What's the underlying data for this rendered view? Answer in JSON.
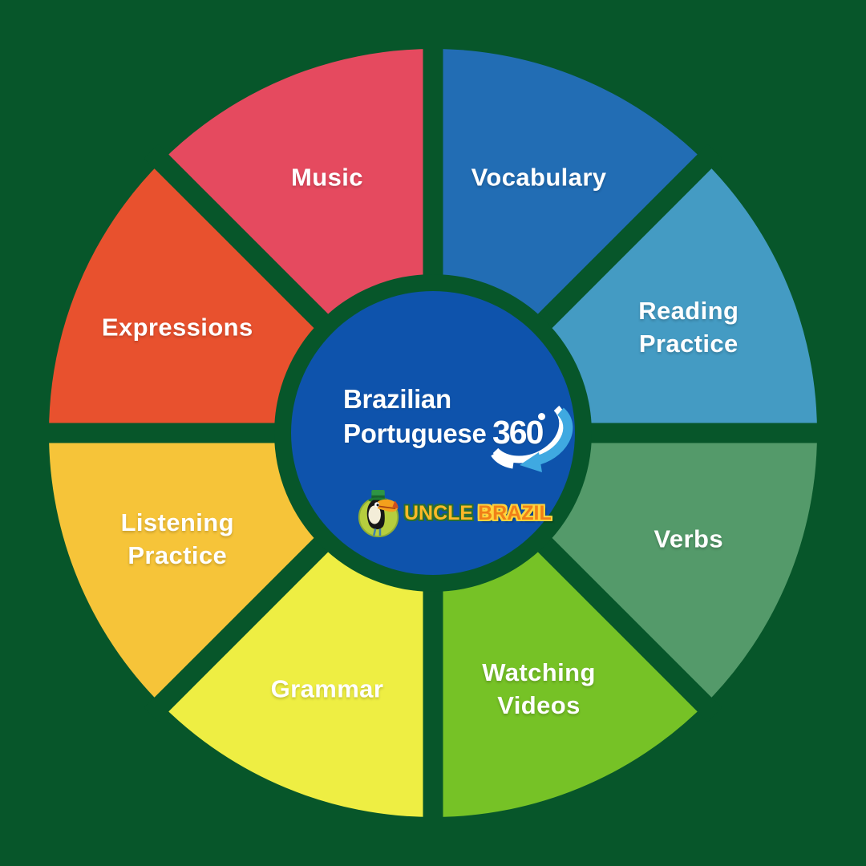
{
  "diagram": {
    "type": "circular-wheel-8-segments",
    "background_color": "#07562a",
    "divider_color": "#07562a",
    "label_color": "#ffffff",
    "segments": [
      {
        "name": "vocabulary",
        "label": "Vocabulary",
        "lines": [
          "Vocabulary"
        ],
        "color": "#226db4"
      },
      {
        "name": "reading-practice",
        "label": "Reading Practice",
        "lines": [
          "Reading",
          "Practice"
        ],
        "color": "#449bc3"
      },
      {
        "name": "verbs",
        "label": "Verbs",
        "lines": [
          "Verbs"
        ],
        "color": "#549a6a"
      },
      {
        "name": "watching-videos",
        "label": "Watching Videos",
        "lines": [
          "Watching",
          "Videos"
        ],
        "color": "#76c226"
      },
      {
        "name": "grammar",
        "label": "Grammar",
        "lines": [
          "Grammar"
        ],
        "color": "#eeee43"
      },
      {
        "name": "listening-practice",
        "label": "Listening Practice",
        "lines": [
          "Listening",
          "Practice"
        ],
        "color": "#f6c439"
      },
      {
        "name": "expressions",
        "label": "Expressions",
        "lines": [
          "Expressions"
        ],
        "color": "#e8512e"
      },
      {
        "name": "music",
        "label": "Music",
        "lines": [
          "Music"
        ],
        "color": "#e54a5f"
      }
    ]
  },
  "center": {
    "circle_color": "#0e53ac",
    "title_line1": "Brazilian",
    "title_line2": "Portuguese",
    "badge_number": "360",
    "badge_degree": "°",
    "badge_arc_color": "#ffffff",
    "badge_arrow_color": "#3fa9e1"
  },
  "logo": {
    "mascot": "toucan-wearing-green-top-hat",
    "word1": "UNCLE",
    "word2": "BRAZIL",
    "word1_color": "#fdb927",
    "word1_outline_color": "#2b6e2f",
    "word2_color": "#f08018",
    "word2_outline_color": "#ffd43c"
  }
}
